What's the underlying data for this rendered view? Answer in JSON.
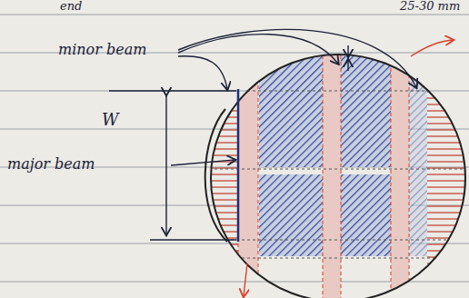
{
  "diagram": {
    "labels": [
      "end",
      "25-30 mm",
      "minor beam",
      "W",
      "major beam"
    ]
  }
}
